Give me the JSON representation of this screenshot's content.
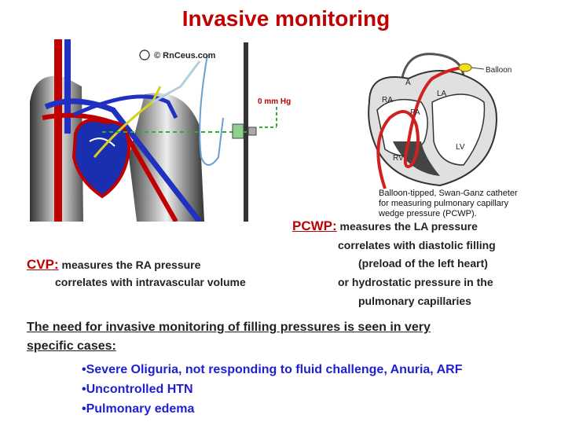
{
  "title": "Invasive monitoring",
  "left_figure": {
    "watermark": "© RnCeus.com",
    "pressure_label": "0 mm Hg"
  },
  "right_figure": {
    "labels": [
      "A",
      "RA",
      "PA",
      "LA",
      "RV",
      "LV"
    ],
    "balloon_label": "Balloon",
    "caption_lines": [
      "Balloon-tipped, Swan-Ganz catheter",
      "for measuring pulmonary capillary",
      "wedge pressure (PCWP)."
    ]
  },
  "pcwp": {
    "heading": "PCWP:",
    "line1": " measures the LA pressure",
    "line2": "correlates with diastolic filling",
    "line3": "(preload of the left heart)",
    "line4": "or hydrostatic pressure in the",
    "line5": "pulmonary capillaries"
  },
  "cvp": {
    "heading": "CVP:",
    "line1": " measures the RA pressure",
    "line2": "correlates with intravascular volume"
  },
  "need": {
    "line1": "The need for invasive monitoring  of filling pressures is seen in very",
    "line2": "specific cases:"
  },
  "bullets": [
    "•Severe Oliguria, not responding to fluid challenge, Anuria, ARF",
    "•Uncontrolled HTN",
    "•Pulmonary edema"
  ]
}
